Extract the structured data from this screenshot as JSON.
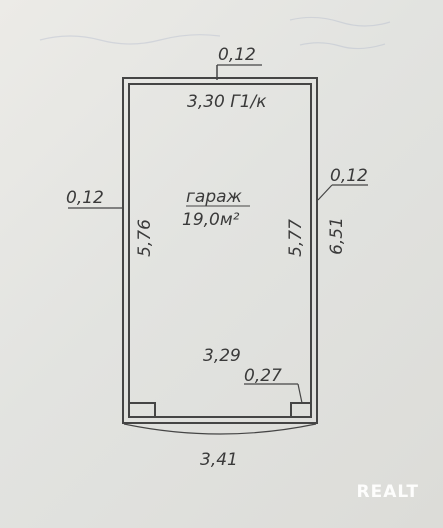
{
  "plan": {
    "room_name": "гараж",
    "room_area": "19,0м²",
    "dims": {
      "top_wall": "0,12",
      "top_inner": "3,30 Г1/к",
      "left_wall": "0,12",
      "right_wall": "0,12",
      "left_height": "5,76",
      "right_inner_height": "5,77",
      "right_outer_height": "6,51",
      "bottom_inner": "3,29",
      "corner_dim": "0,27",
      "bottom_outer": "3,41"
    }
  },
  "watermark": "REALT",
  "colors": {
    "ink": "#3a3a3a",
    "paper": "#e6e6e2",
    "watermark": "#ffffff"
  }
}
